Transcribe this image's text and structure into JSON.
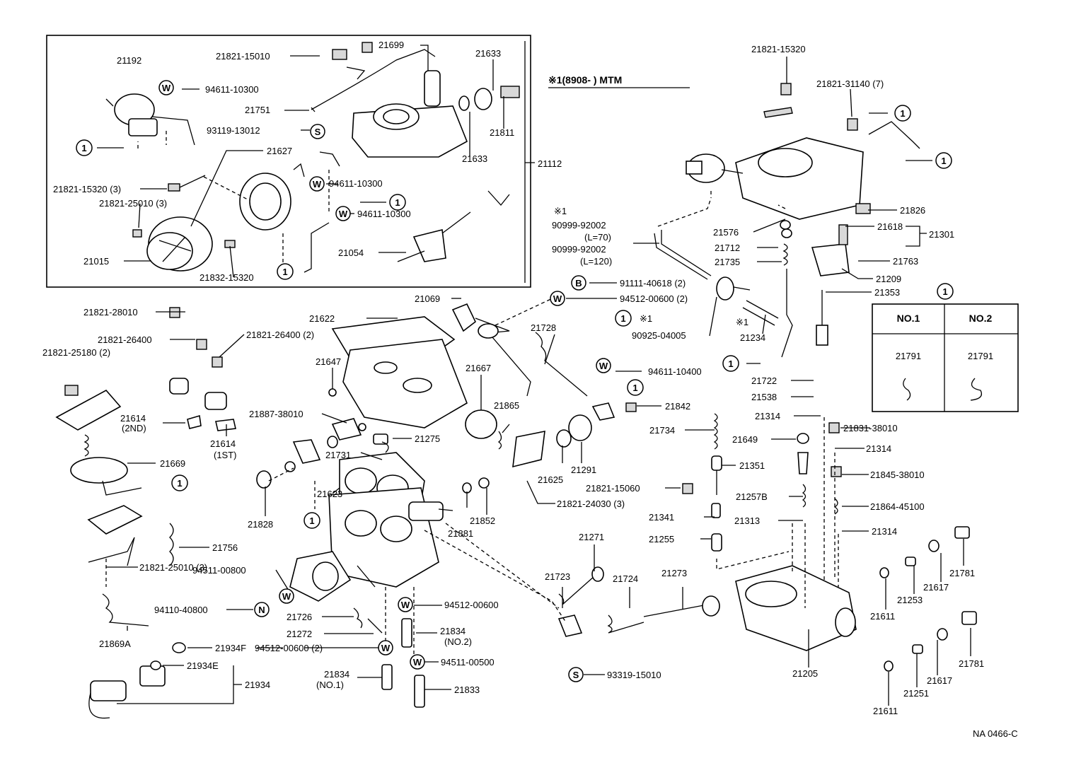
{
  "footer_code": "NA 0466-C",
  "legend": {
    "marker": "1",
    "col1_header": "NO.1",
    "col2_header": "NO.2",
    "col1_value": "21791",
    "col2_value": "21791"
  },
  "note": {
    "text": "※1(8908-          ) MTM"
  },
  "symbols": {
    "circle1": "1",
    "w": "W",
    "s": "S",
    "b": "B",
    "n": "N"
  },
  "labels": {
    "l21192": "21192",
    "l21821_15010": "21821-15010",
    "l21699": "21699",
    "l21633a": "21633",
    "l94611_10300a": "94611-10300",
    "l21751": "21751",
    "l21811": "21811",
    "l93119_13012": "93119-13012",
    "l21633b": "21633",
    "l21627": "21627",
    "l21112": "21112",
    "l21821_15320_3": "21821-15320 (3)",
    "l94611_10300b": "94611-10300",
    "l21821_25010_3a": "21821-25010 (3)",
    "l94611_10300c": "94611-10300",
    "l21015": "21015",
    "l21054": "21054",
    "l21832_15320": "21832-15320",
    "l21821_15320": "21821-15320",
    "l21821_31140_7": "21821-31140 (7)",
    "l21826": "21826",
    "l21576": "21576",
    "l21618": "21618",
    "l21301": "21301",
    "l21712": "21712",
    "l21735": "21735",
    "l21763": "21763",
    "l21209": "21209",
    "l21353": "21353",
    "mark1": "※1",
    "l90999_92002a": "90999-92002",
    "l_l70": "(L=70)",
    "l90999_92002b": "90999-92002",
    "l_l120": "(L=120)",
    "l91111_40618_2": "91111-40618 (2)",
    "l94512_00600_2a": "94512-00600 (2)",
    "l21069": "21069",
    "l21622": "21622",
    "mark2": "※1",
    "l90925_04005": "90925-04005",
    "mark3": "※1",
    "l21234": "21234",
    "l21728": "21728",
    "l94611_10400": "94611-10400",
    "l21722": "21722",
    "l21538": "21538",
    "l21314a": "21314",
    "l21831_38010": "21831-38010",
    "l21821_28010": "21821-28010",
    "l21821_26400": "21821-26400",
    "l21821_26400_2": "21821-26400 (2)",
    "l21821_25180_2": "21821-25180 (2)",
    "l21647": "21647",
    "l21667": "21667",
    "l21614_2nd": "21614",
    "l_2nd": "(2ND)",
    "l21887_38010": "21887-38010",
    "l21865": "21865",
    "l21842": "21842",
    "l21734": "21734",
    "l21649": "21649",
    "l21314b": "21314",
    "l21614_1st": "21614",
    "l_1st": "(1ST)",
    "l21275": "21275",
    "l21731": "21731",
    "l21669": "21669",
    "l21291": "21291",
    "l21625": "21625",
    "l21351": "21351",
    "l21845_38010": "21845-38010",
    "l21821_15060": "21821-15060",
    "l21623": "21623",
    "l21257b": "21257B",
    "l21821_24030_3": "21821-24030 (3)",
    "l21864_45100": "21864-45100",
    "l21828": "21828",
    "l21881": "21881",
    "l21852": "21852",
    "l21341": "21341",
    "l21313": "21313",
    "l21314c": "21314",
    "l21756": "21756",
    "l21255": "21255",
    "l21271": "21271",
    "l94511_00800": "94511-00800",
    "l21821_25010_3b": "21821-25010 (3)",
    "l21723": "21723",
    "l21781a": "21781",
    "l21617a": "21617",
    "l21724": "21724",
    "l21273": "21273",
    "l21253": "21253",
    "l94512_00600": "94512-00600",
    "l21611a": "21611",
    "l94110_40800": "94110-40800",
    "l21726": "21726",
    "l21869a": "21869A",
    "l21272": "21272",
    "l21834_no2": "21834",
    "l_no2": "(NO.2)",
    "l21934f": "21934F",
    "l94512_00600_2b": "94512-00600 (2)",
    "l21934e": "21934E",
    "l94511_00500": "94511-00500",
    "l21781b": "21781",
    "l21205": "21205",
    "l21934": "21934",
    "l21834_no1": "21834",
    "l_no1": "(NO.1)",
    "l93319_15010": "93319-15010",
    "l21617b": "21617",
    "l21251": "21251",
    "l21833": "21833",
    "l21611b": "21611"
  }
}
